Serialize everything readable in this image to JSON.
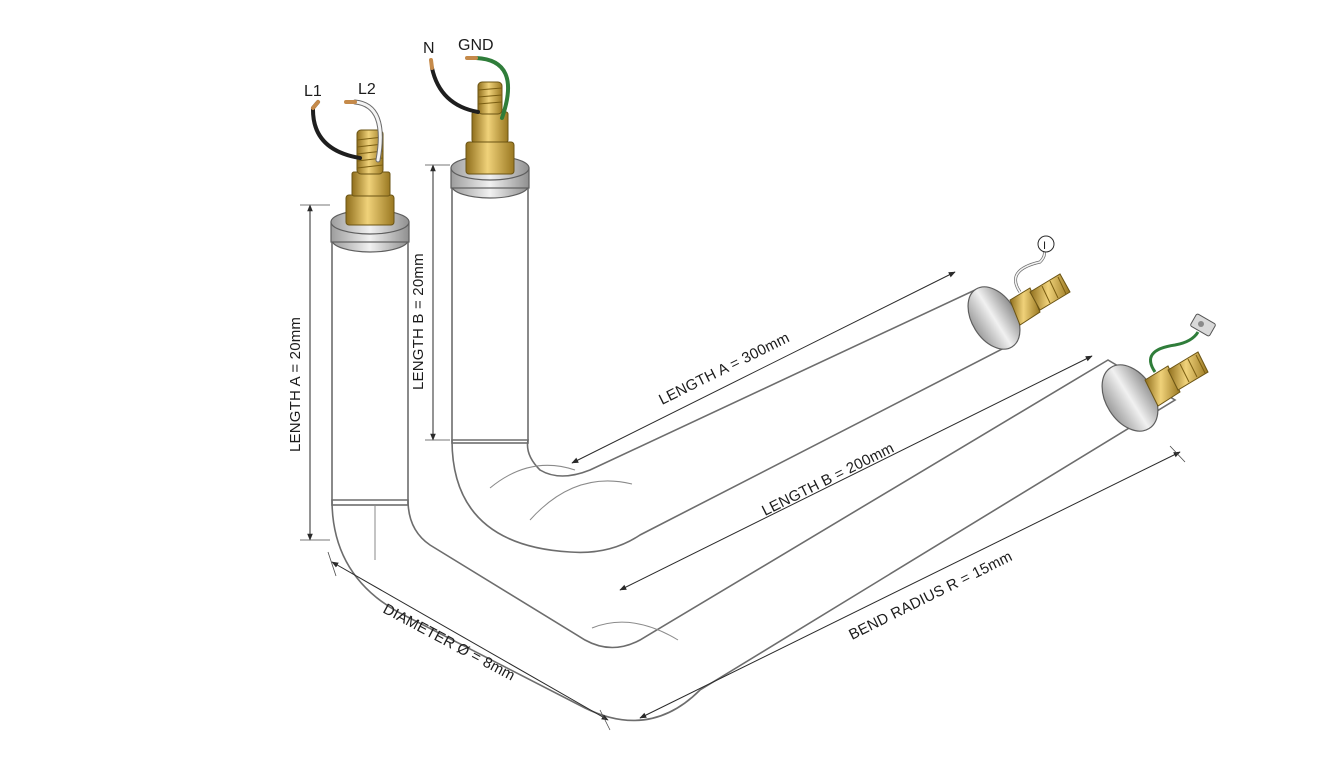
{
  "diagram": {
    "labels": {
      "length_a_vertical": "LENGTH A = 20mm",
      "length_b_vertical": "LENGTH B = 20mm",
      "length_a_horizontal": "LENGTH A = 300mm",
      "length_b_horizontal": "LENGTH B = 200mm",
      "bend_radius": "BEND RADIUS R = 15mm",
      "diameter": "DIAMETER Ø = 8mm"
    },
    "wires": {
      "l1": "L1",
      "l2": "L2",
      "n": "N",
      "gnd": "GND",
      "earth_symbol": "I"
    },
    "colors": {
      "tube": "#b9b9b9",
      "tube_outline": "#6d6d6d",
      "brass": "#c9a43a",
      "wire_black": "#1e1e1e",
      "wire_green": "#2f7d3a",
      "wire_white": "#f4f4f4"
    }
  }
}
